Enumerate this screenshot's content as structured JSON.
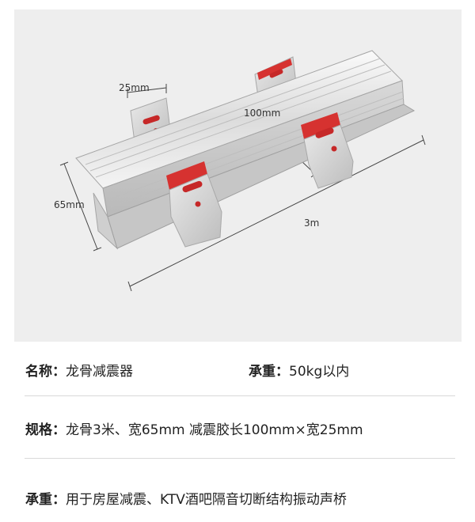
{
  "product_image": {
    "dimensions": {
      "bracket_width": "25mm",
      "pad_length": "100mm",
      "keel_width": "65mm",
      "keel_length": "3m"
    }
  },
  "specs": {
    "name": {
      "label": "名称：",
      "value": "龙骨减震器"
    },
    "load": {
      "label": "承重：",
      "value": "50kg以内"
    },
    "spec": {
      "label": "规格：",
      "value": "龙骨3米、宽65mm 减震胶长100mm×宽25mm"
    },
    "usage": {
      "label": "承重：",
      "value": "用于房屋减震、KTV酒吧隔音切断结构振动声桥"
    }
  }
}
